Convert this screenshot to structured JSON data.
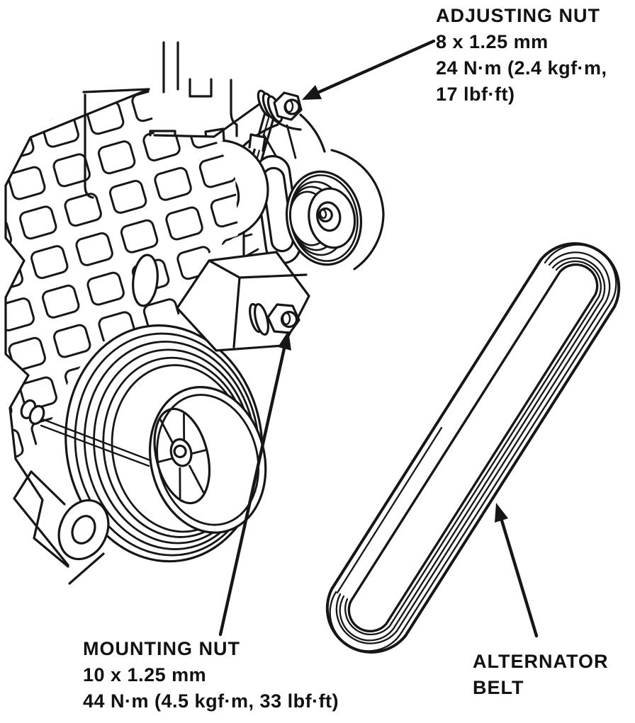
{
  "figure": {
    "background_color": "#ffffff",
    "ink_color": "#161616",
    "subject": "alternator belt adjustment diagram"
  },
  "callouts": {
    "adjusting_nut": {
      "title": "ADJUSTING NUT",
      "thread_size": "8 x 1.25 mm",
      "torque_line1": "24 N·m (2.4 kgf·m,",
      "torque_line2": "17 lbf·ft)"
    },
    "mounting_nut": {
      "title": "MOUNTING NUT",
      "thread_size": "10 x 1.25 mm",
      "torque": "44 N·m (4.5 kgf·m, 33 lbf·ft)"
    },
    "alternator_belt": {
      "title_line1": "ALTERNATOR",
      "title_line2": "BELT"
    }
  }
}
